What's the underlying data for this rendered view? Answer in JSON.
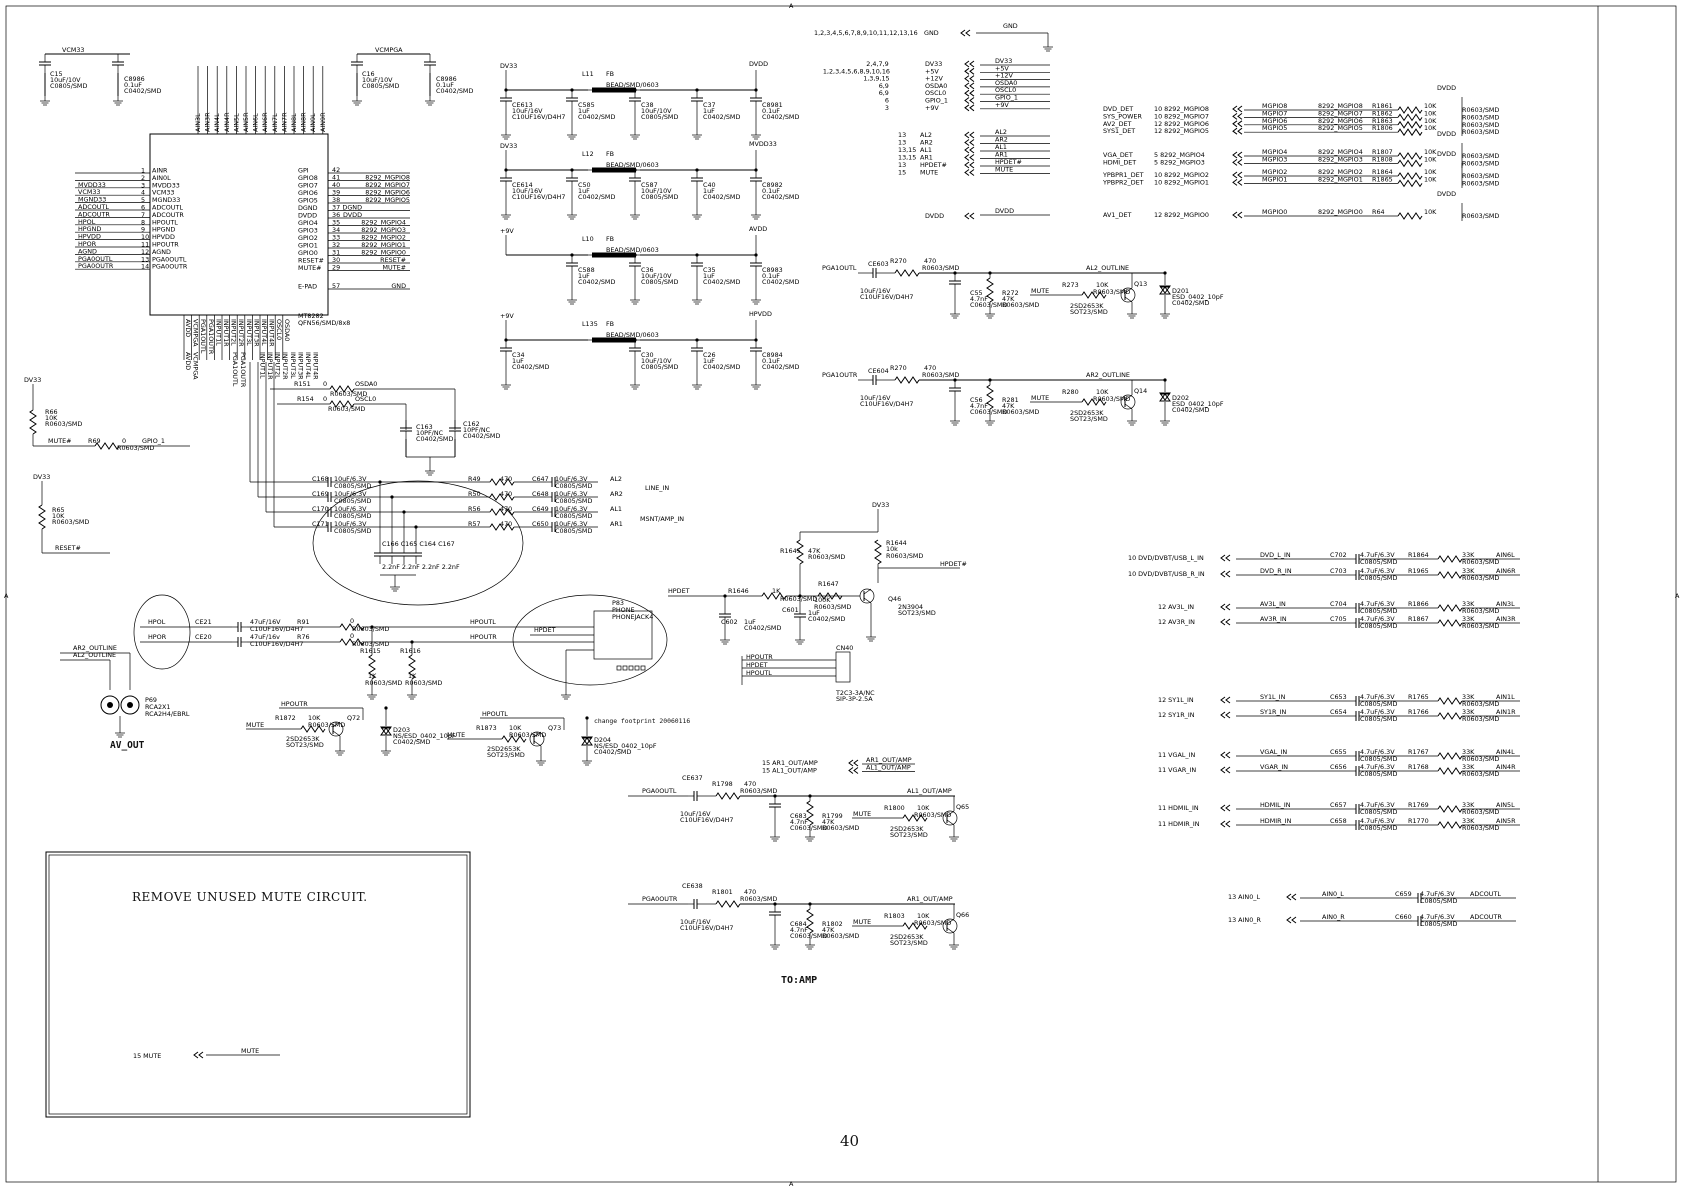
{
  "page": {
    "number": "40",
    "note": "REMOVE UNUSED MUTE CIRCUIT.",
    "to_amp": "TO:AMP",
    "av_out": "AV_OUT",
    "change_note": "change footprint 20060116"
  },
  "border_letters": [
    "A",
    "A",
    "A",
    "A"
  ],
  "power": {
    "vcm33": "VCM33",
    "vcmpga": "VCMPGA",
    "c15": [
      "C15",
      "10uF/10V",
      "C0805/SMD"
    ],
    "c8986a": [
      "C8986",
      "0.1uF",
      "C0402/SMD"
    ],
    "c16": [
      "C16",
      "10uF/10V",
      "C0805/SMD"
    ],
    "c8986b": [
      "C8986",
      "0.1uF",
      "C0402/SMD"
    ]
  },
  "ic": {
    "name": "MT8282",
    "package": "QFN56/SMD/8x8",
    "top_pins": [
      "AIN3L",
      "AIN3R",
      "AIN4L",
      "AIN4R",
      "AIN5L",
      "AIN5R",
      "AIN6L",
      "AIN6R",
      "AIN7L",
      "AIN7R",
      "AIN8L",
      "AIN8R",
      "AIN9L",
      "AIN9R"
    ],
    "left_pins": [
      {
        "num": "1",
        "name": "AINR",
        "net": ""
      },
      {
        "num": "2",
        "name": "AIN0L",
        "net": ""
      },
      {
        "num": "3",
        "name": "MVDD33",
        "net": "MVDD33"
      },
      {
        "num": "4",
        "name": "VCM33",
        "net": "VCM33"
      },
      {
        "num": "5",
        "name": "MGND33",
        "net": "MGND33"
      },
      {
        "num": "6",
        "name": "ADCOUTL",
        "net": "ADCOUTL"
      },
      {
        "num": "7",
        "name": "ADCOUTR",
        "net": "ADCOUTR"
      },
      {
        "num": "8",
        "name": "HPOUTL",
        "net": "HPOL"
      },
      {
        "num": "9",
        "name": "HPGND",
        "net": "HPGND"
      },
      {
        "num": "10",
        "name": "HPVDD",
        "net": "HPVDD"
      },
      {
        "num": "11",
        "name": "HPOUTR",
        "net": "HPOR"
      },
      {
        "num": "12",
        "name": "AGND",
        "net": "AGND"
      },
      {
        "num": "13",
        "name": "PGA0OUTL",
        "net": "PGA0OUTL"
      },
      {
        "num": "14",
        "name": "PGA0OUTR",
        "net": "PGA0OUTR"
      }
    ],
    "right_pins": [
      {
        "num": "42",
        "name": "GPI",
        "net": ""
      },
      {
        "num": "41",
        "name": "GPIO8",
        "net": "8292_MGPIO8"
      },
      {
        "num": "40",
        "name": "GPIO7",
        "net": "8292_MGPIO7"
      },
      {
        "num": "39",
        "name": "GPIO6",
        "net": "8292_MGPIO6"
      },
      {
        "num": "38",
        "name": "GPIO5",
        "net": "8292_MGPIO5"
      },
      {
        "num": "37",
        "name": "DGND",
        "net": "DGND"
      },
      {
        "num": "36",
        "name": "DVDD",
        "net": "DVDD"
      },
      {
        "num": "35",
        "name": "GPIO4",
        "net": "8292_MGPIO4"
      },
      {
        "num": "34",
        "name": "GPIO3",
        "net": "8292_MGPIO3"
      },
      {
        "num": "33",
        "name": "GPIO2",
        "net": "8292_MGPIO2"
      },
      {
        "num": "32",
        "name": "GPIO1",
        "net": "8292_MGPIO1"
      },
      {
        "num": "31",
        "name": "GPIO0",
        "net": "8292_MGPIO0"
      },
      {
        "num": "30",
        "name": "RESET#",
        "net": "RESET#"
      },
      {
        "num": "29",
        "name": "MUTE#",
        "net": "MUTE#"
      },
      {
        "num": "57",
        "name": "E-PAD",
        "net": "GND"
      }
    ],
    "bottom_pins": [
      "AVDD",
      "VCMPGA",
      "PGA1OUTL",
      "PGA1OUTR",
      "INPUT1L",
      "INPUT1R",
      "INPUT2L",
      "INPUT2R",
      "INPUT3L",
      "INPUT3R",
      "INPUT4L",
      "INPUT4R",
      "OSCL0",
      "OSDA0"
    ],
    "bottom_nets": [
      "AVDD",
      "VCMPGA",
      "PGA1OUTL",
      "PGA1OUTR",
      "INPUT1L",
      "INPUT1R",
      "INPUT2L",
      "INPUT2R",
      "INPUT3L",
      "INPUT3R",
      "INPUT4L",
      "INPUT4R"
    ]
  },
  "supply": [
    {
      "src": "DV33",
      "ind": "L11",
      "fb": "FB",
      "bead": "BEAD/SMD/0603",
      "dst": "DVDD",
      "c1": [
        "CE613",
        "10uF/16V",
        "C10UF16V/D4H7"
      ],
      "c2": [
        "C585",
        "1uF",
        "C0402/SMD"
      ],
      "c3": [
        "C38",
        "10uF/10V",
        "C0805/SMD"
      ],
      "c4": [
        "C37",
        "1uF",
        "C0402/SMD"
      ],
      "c5": [
        "C8981",
        "0.1uF",
        "C0402/SMD"
      ]
    },
    {
      "src": "DV33",
      "ind": "L12",
      "fb": "FB",
      "bead": "BEAD/SMD/0603",
      "dst": "MVDD33",
      "c1": [
        "CE614",
        "10uF/16V",
        "C10UF16V/D4H7"
      ],
      "c2": [
        "C50",
        "1uF",
        "C0402/SMD"
      ],
      "c3": [
        "C587",
        "10uF/10V",
        "C0805/SMD"
      ],
      "c4": [
        "C40",
        "1uF",
        "C0402/SMD"
      ],
      "c5": [
        "C8982",
        "0.1uF",
        "C0402/SMD"
      ]
    },
    {
      "src": "+9V",
      "ind": "L10",
      "fb": "FB",
      "bead": "BEAD/SMD/0603",
      "dst": "AVDD",
      "c1": [
        "",
        "",
        ""
      ],
      "c2": [
        "C588",
        "1uF",
        "C0402/SMD"
      ],
      "c3": [
        "C36",
        "10uF/10V",
        "C0805/SMD"
      ],
      "c4": [
        "C35",
        "1uF",
        "C0402/SMD"
      ],
      "c5": [
        "C8983",
        "0.1uF",
        "C0402/SMD"
      ]
    },
    {
      "src": "+9V",
      "ind": "L135",
      "fb": "FB",
      "bead": "BEAD/SMD/0603",
      "dst": "HPVDD",
      "c1": [
        "C34",
        "1uF",
        "C0402/SMD"
      ],
      "c2": [
        "",
        "",
        ""
      ],
      "c3": [
        "C30",
        "10uF/10V",
        "C0805/SMD"
      ],
      "c4": [
        "C26",
        "1uF",
        "C0402/SMD"
      ],
      "c5": [
        "C8984",
        "0.1uF",
        "C0402/SMD"
      ]
    }
  ],
  "connector": {
    "gnd_pins": "1,2,3,4,5,6,7,8,9,10,11,12,13,16",
    "gnd": "GND",
    "rows": [
      {
        "pins": "2,4,7,9",
        "name": "DV33",
        "net": "DV33"
      },
      {
        "pins": "1,2,3,4,5,6,8,9,10,16",
        "name": "+5V",
        "net": "+5V"
      },
      {
        "pins": "1,3,9,15",
        "name": "+12V",
        "net": "+12V"
      },
      {
        "pins": "6,9",
        "name": "OSDA0",
        "net": "OSDA0"
      },
      {
        "pins": "6,9",
        "name": "OSCL0",
        "net": "OSCL0"
      },
      {
        "pins": "6",
        "name": "GPIO_1",
        "net": "GPIO_1"
      },
      {
        "pins": "3",
        "name": "+9V",
        "net": "+9V"
      }
    ],
    "rows2": [
      {
        "pins": "13",
        "name": "AL2",
        "net": "AL2"
      },
      {
        "pins": "13",
        "name": "AR2",
        "net": "AR2"
      },
      {
        "pins": "13,15",
        "name": "AL1",
        "net": "AL1"
      },
      {
        "pins": "13,15",
        "name": "AR1",
        "net": "AR1"
      },
      {
        "pins": "13",
        "name": "HPDET#",
        "net": "HPDET#"
      },
      {
        "pins": "15",
        "name": "MUTE",
        "net": "MUTE"
      }
    ],
    "dvdd": "DVDD"
  },
  "gpio": {
    "dvdd": "DVDD",
    "groups": [
      [
        {
          "ext": "DVD_DET",
          "pin": "10 8292_MGPIO8",
          "net": "MGPIO8",
          "n2": "8292_MGPIO8",
          "r": "R1861",
          "v": "10K",
          "pk": "R0603/SMD"
        },
        {
          "ext": "SYS_POWER",
          "pin": "10 8292_MGPIO7",
          "net": "MGPIO7",
          "n2": "8292_MGPIO7",
          "r": "R1862",
          "v": "10K",
          "pk": "R0603/SMD"
        },
        {
          "ext": "AV2_DET",
          "pin": "12 8292_MGPIO6",
          "net": "MGPIO6",
          "n2": "8292_MGPIO6",
          "r": "R1863",
          "v": "10K",
          "pk": "R0603/SMD"
        },
        {
          "ext": "SYS1_DET",
          "pin": "12 8292_MGPIO5",
          "net": "MGPIO5",
          "n2": "8292_MGPIO5",
          "r": "R1806",
          "v": "10K",
          "pk": "R0603/SMD"
        }
      ],
      [
        {
          "ext": "VGA_DET",
          "pin": "5 8292_MGPIO4",
          "net": "MGPIO4",
          "n2": "8292_MGPIO4",
          "r": "R1807",
          "v": "10K",
          "pk": "R0603/SMD"
        },
        {
          "ext": "HDMI_DET",
          "pin": "5 8292_MGPIO3",
          "net": "MGPIO3",
          "n2": "8292_MGPIO3",
          "r": "R1808",
          "v": "10K",
          "pk": "R0603/SMD"
        }
      ],
      [
        {
          "ext": "YPBPR1_DET",
          "pin": "10 8292_MGPIO2",
          "net": "MGPIO2",
          "n2": "8292_MGPIO2",
          "r": "R1864",
          "v": "10K",
          "pk": "R0603/SMD"
        },
        {
          "ext": "YPBPR2_DET",
          "pin": "10 8292_MGPIO1",
          "net": "MGPIO1",
          "n2": "8292_MGPIO1",
          "r": "R1865",
          "v": "10K",
          "pk": "R0603/SMD"
        }
      ],
      [
        {
          "ext": "AV1_DET",
          "pin": "12 8292_MGPIO0",
          "net": "MGPIO0",
          "n2": "8292_MGPIO0",
          "r": "R64",
          "v": "10K",
          "pk": "R0603/SMD"
        }
      ]
    ]
  },
  "outputs": [
    {
      "in": "PGA1OUTL",
      "ce": "CE603",
      "cv": "10uF/16V",
      "cp": "C10UF16V/D4H7",
      "r": "R270",
      "rv": "470",
      "rp": "R0603/SMD",
      "out": "AL2_OUTLINE",
      "c": "C55",
      "c2": "4.7nF",
      "c3": "C0603/SMD",
      "rr": "R272",
      "rr2": "47K",
      "rr3": "R0603/SMD",
      "mute": "MUTE",
      "rb": "R273",
      "rb2": "10K",
      "rb3": "R0603/SMD",
      "q": "Q13",
      "qt": "2SD2653K",
      "qp": "SOT23/SMD",
      "d": "D201",
      "dt": "ESD_0402_10pF",
      "dp": "C0402/SMD"
    },
    {
      "in": "PGA1OUTR",
      "ce": "CE604",
      "cv": "10uF/16V",
      "cp": "C10UF16V/D4H7",
      "r": "R270",
      "rv": "470",
      "rp": "R0603/SMD",
      "out": "AR2_OUTLINE",
      "c": "C56",
      "c2": "4.7nF",
      "c3": "C0603/SMD",
      "rr": "R281",
      "rr2": "47K",
      "rr3": "R0603/SMD",
      "mute": "MUTE",
      "rb": "R280",
      "rb2": "10K",
      "rb3": "R0603/SMD",
      "q": "Q14",
      "qt": "2SD2653K",
      "qp": "SOT23/SMD",
      "d": "D202",
      "dt": "ESD_0402_10pF",
      "dp": "C0402/SMD"
    }
  ],
  "amp_outputs": [
    {
      "in": "PGA0OUTL",
      "ce": "CE637",
      "cv": "10uF/16V",
      "cp": "C10UF16V/D4H7",
      "r": "R1798",
      "rv": "470",
      "rp": "R0603/SMD",
      "out": "AL1_OUT/AMP",
      "c": "C683",
      "c2": "4.7nF",
      "c3": "C0603/SMD",
      "rr": "R1799",
      "rr2": "47K",
      "rr3": "R0603/SMD",
      "mute": "MUTE",
      "rb": "R1800",
      "rb2": "10K",
      "rb3": "R0603/SMD",
      "q": "Q65",
      "qt": "2SD2653K",
      "qp": "SOT23/SMD"
    },
    {
      "in": "PGA0OUTR",
      "ce": "CE638",
      "cv": "10uF/16V",
      "cp": "C10UF16V/D4H7",
      "r": "R1801",
      "rv": "470",
      "rp": "R0603/SMD",
      "out": "AR1_OUT/AMP",
      "c": "C684",
      "c2": "4.7nF",
      "c3": "C0603/SMD",
      "rr": "R1802",
      "rr2": "47K",
      "rr3": "R0603/SMD",
      "mute": "MUTE",
      "rb": "R1803",
      "rb2": "10K",
      "rb3": "R0603/SMD",
      "q": "Q66",
      "qt": "2SD2653K",
      "qp": "SOT23/SMD"
    }
  ],
  "amp_conn": [
    {
      "pin": "15 AR1_OUT/AMP",
      "net": "AR1_OUT/AMP"
    },
    {
      "pin": "15 AL1_OUT/AMP",
      "net": "AL1_OUT/AMP"
    }
  ],
  "inputs": {
    "caps": [
      {
        "c": "C168",
        "v": "10uF/6.3V",
        "p": "C0805/SMD",
        "r": "R49",
        "rv": "470",
        "c2": "C647",
        "v2": "10uF/6.3V",
        "p2": "C0805/SMD",
        "net": "AL2"
      },
      {
        "c": "C169",
        "v": "10uF/6.3V",
        "p": "C0805/SMD",
        "r": "R50",
        "rv": "470",
        "c2": "C648",
        "v2": "10uF/6.3V",
        "p2": "C0805/SMD",
        "net": "AR2"
      },
      {
        "c": "C170",
        "v": "10uF/6.3V",
        "p": "C0805/SMD",
        "r": "R56",
        "rv": "470",
        "c2": "C649",
        "v2": "10uF/6.3V",
        "p2": "C0805/SMD",
        "net": "AL1"
      },
      {
        "c": "C171",
        "v": "10uF/6.3V",
        "p": "C0805/SMD",
        "r": "R57",
        "rv": "470",
        "c2": "C650",
        "v2": "10uF/6.3V",
        "p2": "C0805/SMD",
        "net": "AR1"
      }
    ],
    "line_in": "LINE_IN",
    "msnt": "MSNT/AMP_IN",
    "small_caps": "C166 C165 C164 C167",
    "small_vals": "2.2nF 2.2nF 2.2nF 2.2nF"
  },
  "osc": {
    "r151": [
      "R151",
      "0",
      "R0603/SMD"
    ],
    "r154": [
      "R154",
      "0",
      "R0603/SMD"
    ],
    "osda0": "OSDA0",
    "oscl0": "OSCL0",
    "c163": [
      "C163",
      "10PF/NC",
      "C0402/SMD"
    ],
    "c162": [
      "C162",
      "10PF/NC",
      "C0402/SMD"
    ]
  },
  "misc": {
    "dv33a": "DV33",
    "r66": [
      "R66",
      "10K",
      "R0603/SMD"
    ],
    "mute_hash": "MUTE#",
    "r69": [
      "R69",
      "0",
      "R0603/SMD"
    ],
    "gpio1": "GPIO_1",
    "dv33b": "DV33",
    "r65": [
      "R65",
      "10K",
      "R0603/SMD"
    ],
    "reset": "RESET#"
  },
  "hp": {
    "hpol": "HPOL",
    "hpor": "HPOR",
    "ce21": [
      "CE21",
      "47uF/16V",
      "C10UF16V/D4H7"
    ],
    "ce20": [
      "CE20",
      "47uF/16v",
      "C10UF16V/D4H7"
    ],
    "r91": [
      "R91",
      "0",
      "R0603/SMD"
    ],
    "r76": [
      "R76",
      "0",
      "R0603/SMD"
    ],
    "hpoutl": "HPOUTL",
    "hpoutr": "HPOUTR",
    "hpdet": "HPDET",
    "r1615": [
      "R1615",
      "1K",
      "R0603/SMD"
    ],
    "r1616": [
      "R1616",
      "1K",
      "R0603/SMD"
    ],
    "p83": [
      "P83",
      "PHONE",
      "PHONEJACK4"
    ],
    "ar2": "AR2_OUTLINE",
    "al2": "AL2_OUTLINE",
    "p69": [
      "P69",
      "RCA2X1",
      "RCA2H4/EBRL"
    ],
    "m1": {
      "net": "HPOUTR",
      "r": "R1872",
      "rv": "10K",
      "rp": "R0603/SMD",
      "q": "Q72",
      "qt": "2SD2653K",
      "qp": "SOT23/SMD",
      "d": "D203",
      "dt": "NS/ESD_0402_10pF",
      "dp": "C0402/SMD",
      "mute": "MUTE"
    },
    "m2": {
      "net": "HPOUTL",
      "r": "R1873",
      "rv": "10K",
      "rp": "R0603/SMD",
      "q": "Q73",
      "qt": "2SD2653K",
      "qp": "SOT23/SMD",
      "d": "D204",
      "dt": "NS/ESD_0402_10pF",
      "dp": "C0402/SMD",
      "mute": "MUTE"
    }
  },
  "hpdet_ckt": {
    "dv33": "DV33",
    "hpdet": "HPDET",
    "hpdet_n": "HPDET#",
    "r1645": [
      "R1645",
      "47K",
      "R0603/SMD"
    ],
    "r1644": [
      "R1644",
      "10k",
      "R0603/SMD"
    ],
    "r1646": [
      "R1646",
      "1K",
      "R0603/SMD"
    ],
    "r1647": [
      "R1647",
      "100K",
      "R0603/SMD"
    ],
    "c602": [
      "C602",
      "1uF",
      "C0402/SMD"
    ],
    "c601": [
      "C601",
      "1uF",
      "C0402/SMD"
    ],
    "q46": [
      "Q46",
      "2N3904",
      "SOT23/SMD"
    ],
    "cn40": [
      "CN40",
      "T2C3-3A/NC",
      "SIP-3P-2.5A"
    ],
    "nets": [
      "HPOUTR",
      "HPDET",
      "HPOUTL"
    ]
  },
  "ain": [
    {
      "pin": "10 DVD/DVBT/USB_L_IN",
      "net": "DVD_L_IN",
      "c": "C702",
      "cv": "4.7uF/6.3V",
      "cp": "C0805/SMD",
      "r": "R1864",
      "rv": "33K",
      "rp": "R0603/SMD",
      "out": "AIN6L"
    },
    {
      "pin": "10 DVD/DVBT/USB_R_IN",
      "net": "DVD_R_IN",
      "c": "C703",
      "cv": "4.7uF/6.3V",
      "cp": "C0805/SMD",
      "r": "R1965",
      "rv": "33K",
      "rp": "R0603/SMD",
      "out": "AIN6R"
    },
    {
      "pin": "12 AV3L_IN",
      "net": "AV3L_IN",
      "c": "C704",
      "cv": "4.7uF/6.3V",
      "cp": "C0805/SMD",
      "r": "R1866",
      "rv": "33K",
      "rp": "R0603/SMD",
      "out": "AIN3L"
    },
    {
      "pin": "12 AV3R_IN",
      "net": "AV3R_IN",
      "c": "C705",
      "cv": "4.7uF/6.3V",
      "cp": "C0805/SMD",
      "r": "R1867",
      "rv": "33K",
      "rp": "R0603/SMD",
      "out": "AIN3R"
    },
    {
      "pin": "12 SY1L_IN",
      "net": "SY1L_IN",
      "c": "C653",
      "cv": "4.7uF/6.3V",
      "cp": "C0805/SMD",
      "r": "R1765",
      "rv": "33K",
      "rp": "R0603/SMD",
      "out": "AIN1L"
    },
    {
      "pin": "12 SY1R_IN",
      "net": "SY1R_IN",
      "c": "C654",
      "cv": "4.7uF/6.3V",
      "cp": "C0805/SMD",
      "r": "R1766",
      "rv": "33K",
      "rp": "R0603/SMD",
      "out": "AIN1R"
    },
    {
      "pin": "11 VGAL_IN",
      "net": "VGAL_IN",
      "c": "C655",
      "cv": "4.7uF/6.3V",
      "cp": "C0805/SMD",
      "r": "R1767",
      "rv": "33K",
      "rp": "R0603/SMD",
      "out": "AIN4L"
    },
    {
      "pin": "11 VGAR_IN",
      "net": "VGAR_IN",
      "c": "C656",
      "cv": "4.7uF/6.3V",
      "cp": "C0805/SMD",
      "r": "R1768",
      "rv": "33K",
      "rp": "R0603/SMD",
      "out": "AIN4R"
    },
    {
      "pin": "11 HDMIL_IN",
      "net": "HDMIL_IN",
      "c": "C657",
      "cv": "4.7uF/6.3V",
      "cp": "C0805/SMD",
      "r": "R1769",
      "rv": "33K",
      "rp": "R0603/SMD",
      "out": "AIN5L"
    },
    {
      "pin": "11 HDMIR_IN",
      "net": "HDMIR_IN",
      "c": "C658",
      "cv": "4.7uF/6.3V",
      "cp": "C0805/SMD",
      "r": "R1770",
      "rv": "33K",
      "rp": "R0603/SMD",
      "out": "AIN5R"
    }
  ],
  "ain0": [
    {
      "pin": "13 AIN0_L",
      "net": "AIN0_L",
      "c": "C659",
      "cv": "4.7uF/6.3V",
      "cp": "C0805/SMD",
      "out": "ADCOUTL"
    },
    {
      "pin": "13 AIN0_R",
      "net": "AIN0_R",
      "c": "C660",
      "cv": "4.7uF/6.3V",
      "cp": "C0805/SMD",
      "out": "ADCOUTR"
    }
  ],
  "mute_port": {
    "pin": "15 MUTE",
    "net": "MUTE"
  }
}
